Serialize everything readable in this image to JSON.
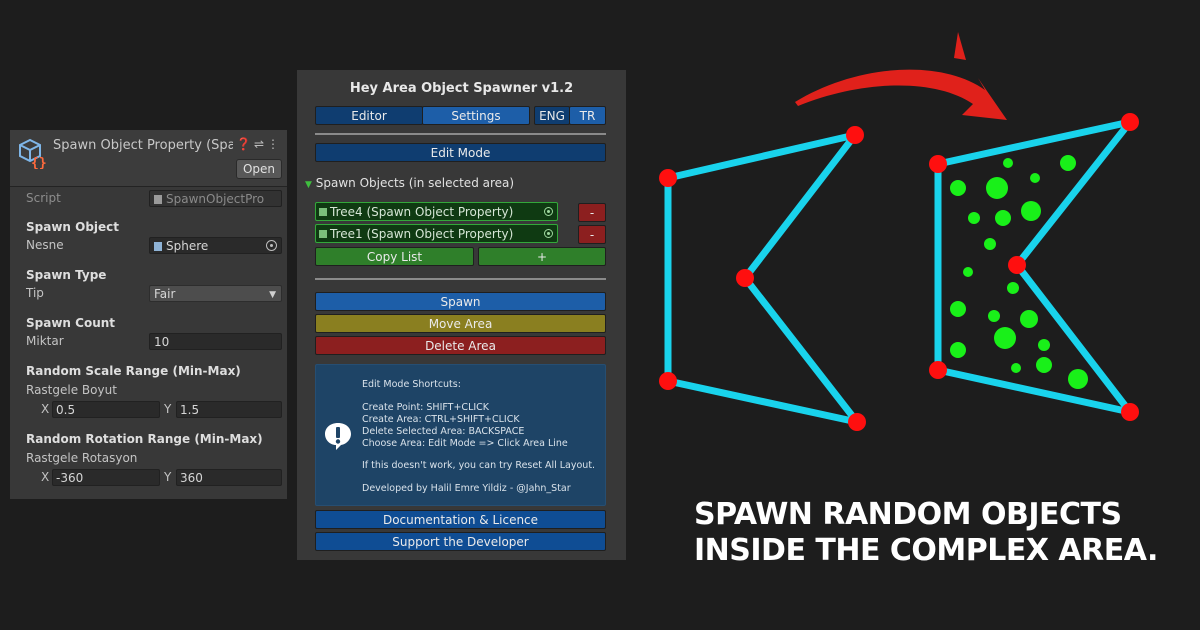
{
  "inspector": {
    "title": "Spawn Object Property (Spa",
    "open_label": "Open",
    "script_label": "Script",
    "script_value": "SpawnObjectPro",
    "spawn_object_heading": "Spawn Object",
    "nesne_label": "Nesne",
    "nesne_value": "Sphere",
    "spawn_type_heading": "Spawn Type",
    "tip_label": "Tip",
    "tip_value": "Fair",
    "spawn_count_heading": "Spawn Count",
    "miktar_label": "Miktar",
    "miktar_value": "10",
    "scale_heading": "Random Scale Range (Min-Max)",
    "scale_label": "Rastgele Boyut",
    "scale_x_label": "X",
    "scale_x": "0.5",
    "scale_y_label": "Y",
    "scale_y": "1.5",
    "rotation_heading": "Random Rotation Range (Min-Max)",
    "rotation_label": "Rastgele Rotasyon",
    "rot_x_label": "X",
    "rot_x": "-360",
    "rot_y_label": "Y",
    "rot_y": "360"
  },
  "spawner": {
    "title": "Hey Area Object Spawner v1.2",
    "tabs": {
      "editor": "Editor",
      "settings": "Settings",
      "eng": "ENG",
      "tr": "TR"
    },
    "edit_mode": "Edit Mode",
    "spawn_objects_heading": "Spawn Objects (in selected area)",
    "objects": [
      {
        "label": "Tree4 (Spawn Object Property)",
        "remove": "-"
      },
      {
        "label": "Tree1 (Spawn Object Property)",
        "remove": "-"
      }
    ],
    "copy_list": "Copy List",
    "add": "+",
    "spawn": "Spawn",
    "move_area": "Move Area",
    "delete_area": "Delete Area",
    "info": {
      "heading": "Edit Mode Shortcuts:",
      "create_point": "Create Point: SHIFT+CLICK",
      "create_area": "Create Area: CTRL+SHIFT+CLICK",
      "delete_area": "Delete Selected Area: BACKSPACE",
      "choose_area": "Choose Area: Edit Mode => Click Area Line",
      "reset_hint": "If this doesn't work, you can try Reset All Layout.",
      "credit": "Developed by Halil Emre Yildiz - @Jahn_Star"
    },
    "documentation": "Documentation & Licence",
    "support": "Support the Developer"
  },
  "headline": {
    "line1": "SPAWN RANDOM OBJECTS",
    "line2": "INSIDE THE COMPLEX AREA."
  },
  "colors": {
    "cyan_edge": "#19d3ec",
    "red_point": "#ff0f0f",
    "green_object": "#19f019",
    "blue_button": "#1d5ea8",
    "olive_button": "#8a7f20",
    "red_button": "#8c1f1f",
    "green_button": "#2f7f2a"
  }
}
